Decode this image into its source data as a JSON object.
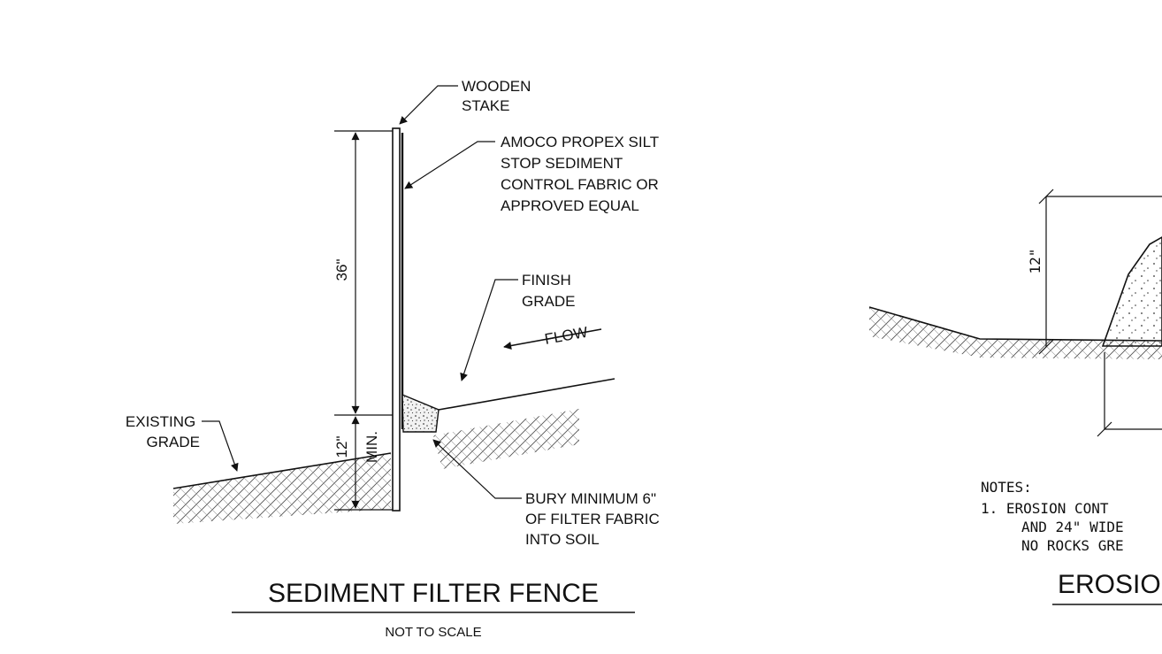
{
  "left_detail": {
    "label_stake": [
      "WOODEN",
      "STAKE"
    ],
    "label_fabric": [
      "AMOCO PROPEX SILT",
      "STOP SEDIMENT",
      "CONTROL FABRIC OR",
      "APPROVED EQUAL"
    ],
    "label_finish": [
      "FINISH",
      "GRADE"
    ],
    "label_flow": "FLOW",
    "label_existing": [
      "EXISTING",
      "GRADE"
    ],
    "label_bury": [
      "BURY MINIMUM 6\"",
      "OF FILTER FABRIC",
      "INTO SOIL"
    ],
    "dim_upper": "36\"",
    "dim_lower": "12\"",
    "dim_lower_note": "MIN.",
    "title": "SEDIMENT FILTER FENCE",
    "subtitle": "NOT TO SCALE"
  },
  "right_detail": {
    "dim_height": "12\"",
    "notes_heading": "NOTES:",
    "note_1": [
      "1.  EROSION CONT",
      "AND 24\" WIDE",
      "NO ROCKS GRE"
    ],
    "title": "EROSIO"
  }
}
